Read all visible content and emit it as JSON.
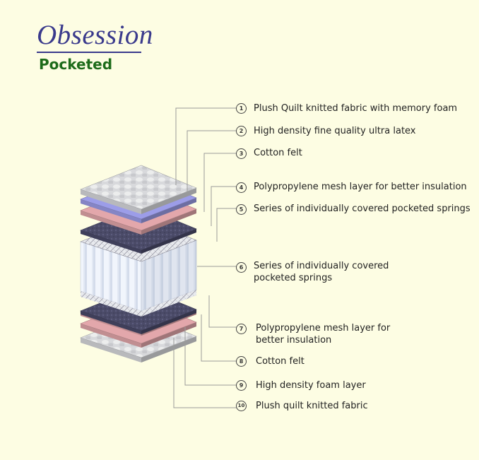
{
  "brand": {
    "title": "Obsession",
    "subtitle": "Pocketed"
  },
  "colors": {
    "background": "#fdfde3",
    "brand_blue": "#3a3a8c",
    "brand_green": "#1d6b1a",
    "quilt": "#d9dadd",
    "latex": "#9c9de8",
    "cotton_felt": "#e3a7ab",
    "mesh": "#4a4a6a",
    "springs": "#eef3fb"
  },
  "layers": [
    {
      "number": "1",
      "label": "Plush Quilt knitted fabric with memory foam"
    },
    {
      "number": "2",
      "label": "High density fine quality ultra latex"
    },
    {
      "number": "3",
      "label": "Cotton felt"
    },
    {
      "number": "4",
      "label": "Polypropylene mesh layer for better insulation"
    },
    {
      "number": "5",
      "label": "Series of individually covered pocketed springs"
    },
    {
      "number": "6",
      "label": "Series of individually covered\npocketed springs"
    },
    {
      "number": "7",
      "label": "Polypropylene mesh layer for\nbetter insulation"
    },
    {
      "number": "8",
      "label": "Cotton felt"
    },
    {
      "number": "9",
      "label": "High density foam layer"
    },
    {
      "number": "10",
      "label": "Plush quilt knitted fabric"
    }
  ]
}
